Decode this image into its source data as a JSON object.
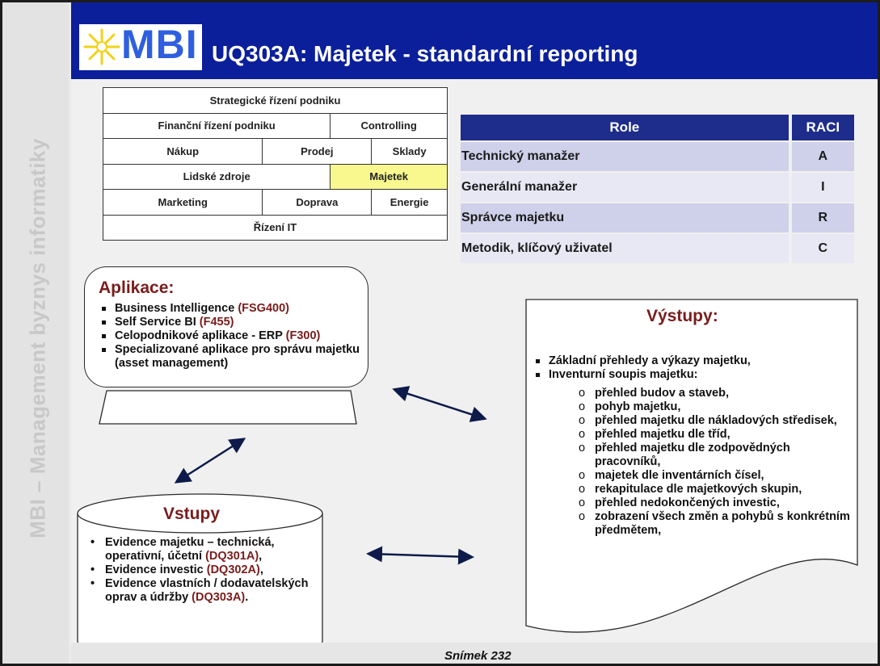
{
  "sidebar": {
    "text": "MBI – Management byznys informatiky"
  },
  "header": {
    "logo_text": "MBI",
    "logo_icon": "sun-star-icon",
    "title": "UQ303A: Majetek - standardní reporting"
  },
  "domain_table": {
    "rows": [
      [
        "Strategické řízení podniku"
      ],
      [
        "Finanční řízení podniku",
        "Controlling"
      ],
      [
        "Nákup",
        "Prodej",
        "Sklady"
      ],
      [
        "Lidské zdroje",
        "Majetek"
      ],
      [
        "Marketing",
        "Doprava",
        "Energie"
      ],
      [
        "Řízení IT"
      ]
    ],
    "highlight": "Majetek",
    "highlight_color": "#f8f88e"
  },
  "raci": {
    "header": {
      "role": "Role",
      "raci": "RACI"
    },
    "rows": [
      {
        "role": "Technický manažer",
        "raci": "A"
      },
      {
        "role": "Generální manažer",
        "raci": "I"
      },
      {
        "role": "Správce majetku",
        "raci": "R"
      },
      {
        "role": "Metodik, klíčový uživatel",
        "raci": "C"
      }
    ]
  },
  "aplikace": {
    "title": "Aplikace:",
    "items": [
      {
        "text": "Business Intelligence ",
        "code": "(FSG400)"
      },
      {
        "text": "Self Service BI ",
        "code": "(F455)"
      },
      {
        "text": "Celopodnikové aplikace - ERP ",
        "code": "(F300)"
      },
      {
        "text": "Specializované aplikace pro správu majetku (asset management)",
        "code": ""
      }
    ]
  },
  "vystupy": {
    "title": "Výstupy:",
    "items": [
      "Základní přehledy a výkazy majetku,",
      "Inventurní soupis majetku:"
    ],
    "subitems": [
      "přehled budov a staveb,",
      "pohyb majetku,",
      "přehled majetku dle nákladových středisek,",
      "přehled majetku dle tříd,",
      "přehled majetku dle zodpovědných pracovníků,",
      "majetek dle inventárních čísel,",
      "rekapitulace dle majetkových skupin,",
      "přehled nedokončených investic,",
      "zobrazení všech změn a pohybů s konkrétním předmětem,"
    ]
  },
  "vstupy": {
    "title": "Vstupy",
    "items": [
      {
        "text": "Evidence majetku – technická, operativní, účetní ",
        "code": "(DQ301A)",
        "tail": ","
      },
      {
        "text": "Evidence investic ",
        "code": "(DQ302A)",
        "tail": ","
      },
      {
        "text": "Evidence vlastních / dodavatelských oprav a údržby ",
        "code": "(DQ303A)",
        "tail": "."
      }
    ]
  },
  "footer": {
    "text": "Snímek  232"
  },
  "colors": {
    "header_bg": "#0b1f9b",
    "accent_red": "#7a1c1c",
    "raci_header": "#1e2c8c"
  }
}
